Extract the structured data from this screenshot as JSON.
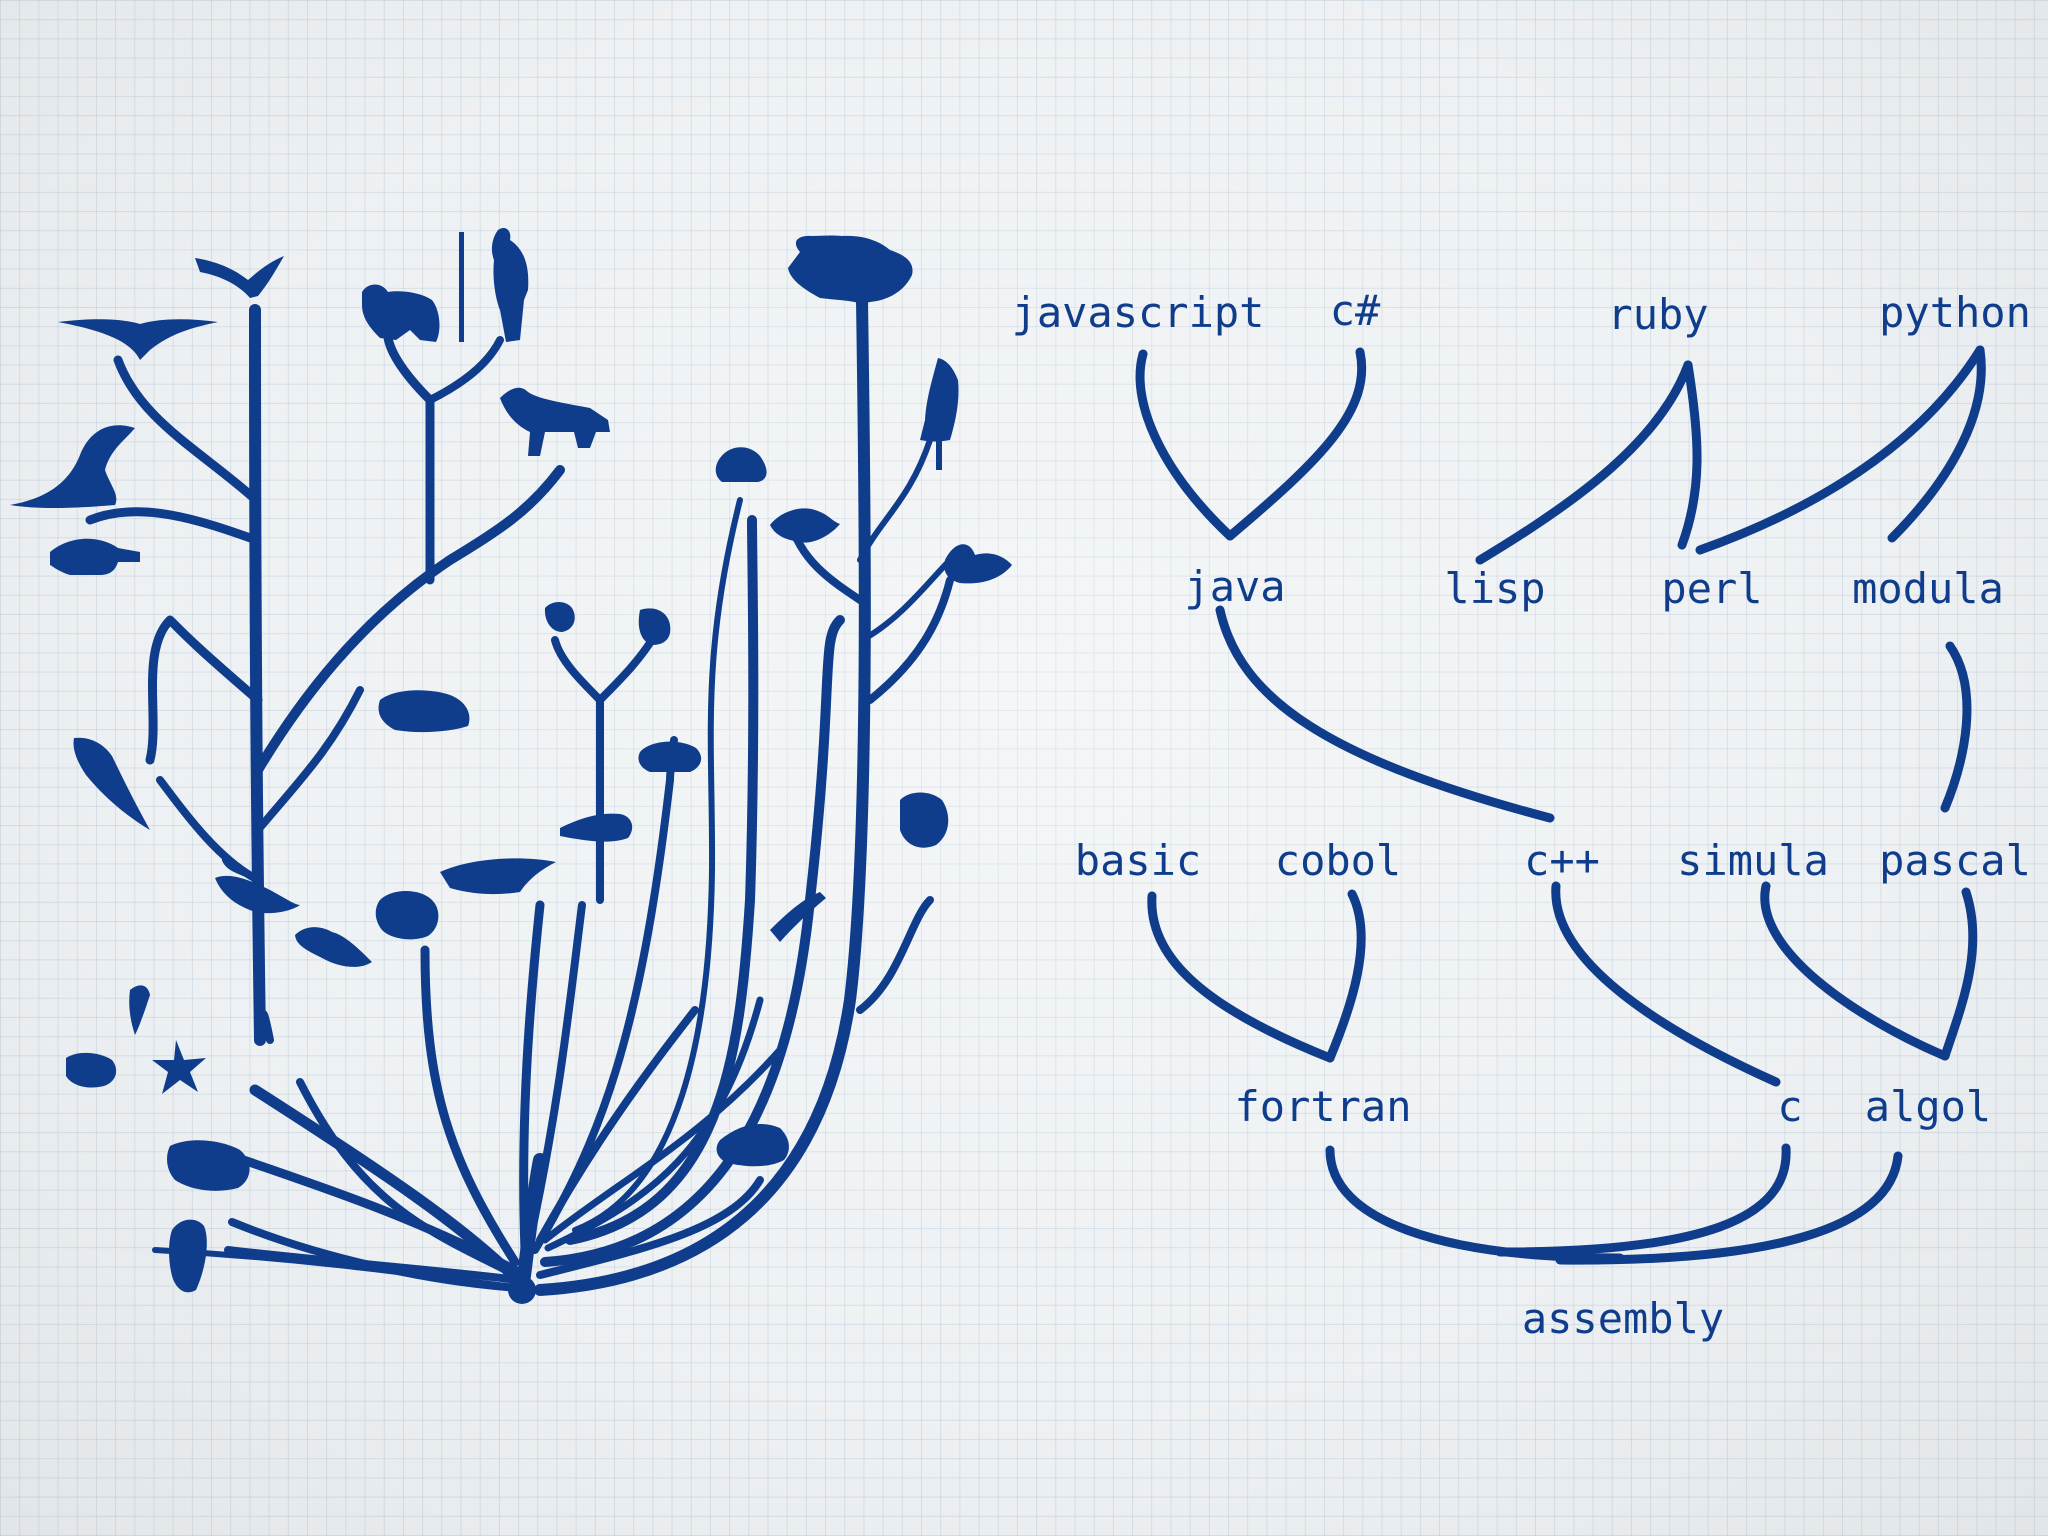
{
  "colors": {
    "ink": "#0f3d8c",
    "paper": "#eef1f3",
    "grid": "#b4c4d2"
  },
  "life_tree": {
    "organism_icons": [
      "bird-icon",
      "gorilla-icon",
      "human-icon",
      "tree-icon",
      "pterosaur-icon",
      "mammal-icon",
      "dog-icon",
      "conifer-icon",
      "dinosaur-icon",
      "beetle-icon",
      "turtle-icon",
      "insect-icon",
      "plant-icon",
      "spider-icon",
      "scorpion-icon",
      "frog-icon",
      "shark-icon",
      "whale-icon",
      "crab-icon",
      "fish-icon",
      "jellyfish-icon",
      "squid-icon",
      "coral-icon",
      "sponge-icon",
      "worm-icon",
      "starfish-icon",
      "rock-icon",
      "fungus-icon",
      "seaweed-icon",
      "protozoa-icon"
    ]
  },
  "language_tree": {
    "nodes": [
      {
        "id": "javascript",
        "label": "javascript"
      },
      {
        "id": "csharp",
        "label": "c#"
      },
      {
        "id": "ruby",
        "label": "ruby"
      },
      {
        "id": "python",
        "label": "python"
      },
      {
        "id": "java",
        "label": "java"
      },
      {
        "id": "lisp",
        "label": "lisp"
      },
      {
        "id": "perl",
        "label": "perl"
      },
      {
        "id": "modula",
        "label": "modula"
      },
      {
        "id": "basic",
        "label": "basic"
      },
      {
        "id": "cobol",
        "label": "cobol"
      },
      {
        "id": "cpp",
        "label": "c++"
      },
      {
        "id": "simula",
        "label": "simula"
      },
      {
        "id": "pascal",
        "label": "pascal"
      },
      {
        "id": "fortran",
        "label": "fortran"
      },
      {
        "id": "c",
        "label": "c"
      },
      {
        "id": "algol",
        "label": "algol"
      },
      {
        "id": "assembly",
        "label": "assembly"
      }
    ],
    "edges": [
      [
        "javascript",
        "java"
      ],
      [
        "csharp",
        "java"
      ],
      [
        "ruby",
        "lisp"
      ],
      [
        "ruby",
        "perl"
      ],
      [
        "python",
        "perl"
      ],
      [
        "python",
        "modula"
      ],
      [
        "java",
        "cpp"
      ],
      [
        "modula",
        "pascal"
      ],
      [
        "basic",
        "fortran"
      ],
      [
        "cobol",
        "fortran"
      ],
      [
        "cpp",
        "c"
      ],
      [
        "simula",
        "algol"
      ],
      [
        "pascal",
        "algol"
      ],
      [
        "fortran",
        "assembly"
      ],
      [
        "c",
        "assembly"
      ],
      [
        "algol",
        "assembly"
      ]
    ]
  }
}
